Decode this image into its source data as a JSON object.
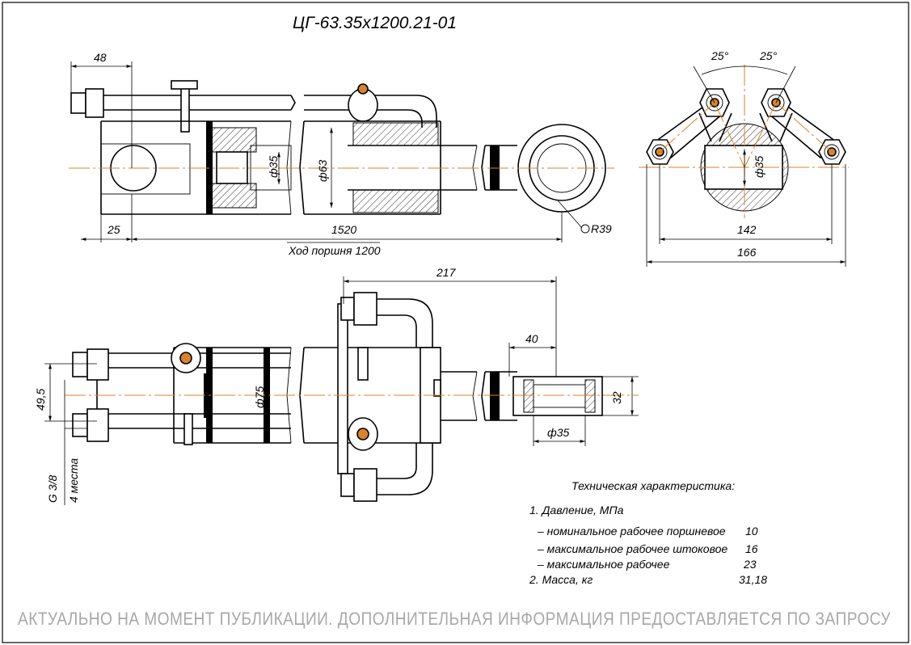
{
  "drawing": {
    "title": "ЦГ-63.35х1200.21-01",
    "footer_notice": "АКТУАЛЬНО НА МОМЕНТ ПУБЛИКАЦИИ. ДОПОЛНИТЕЛЬНАЯ ИНФОРМАЦИЯ ПРЕДОСТАВЛЯЕТСЯ ПО ЗАПРОСУ"
  },
  "dimensions": {
    "d48": "48",
    "d25": "25",
    "d1520": "1520",
    "stroke_label": "Ход поршня 1200",
    "rod_dia": "ф35",
    "bore_dia": "ф63",
    "radius": "R39",
    "angle_left": "25°",
    "angle_right": "25°",
    "end_dia": "ф35",
    "d142": "142",
    "d166": "166",
    "d217": "217",
    "d40": "40",
    "d49_5": "49,5",
    "outer_dia": "ф75",
    "eye_dia": "ф35",
    "d32": "32",
    "thread": "G 3/8",
    "places": "4 места"
  },
  "specs": {
    "heading": "Техническая характеристика:",
    "pressure_label": "1. Давление, МПа",
    "rows": [
      {
        "label": "– номинальное рабочее поршневое",
        "value": "10"
      },
      {
        "label": "– максимальное рабочее штоковое",
        "value": "16"
      },
      {
        "label": "– максимальное рабочее",
        "value": "23"
      }
    ],
    "mass_label": "2. Масса, кг",
    "mass_value": "31,18"
  },
  "colors": {
    "centerline": "#d9822b",
    "footer_text": "#a8a8a8",
    "line": "#000000"
  }
}
